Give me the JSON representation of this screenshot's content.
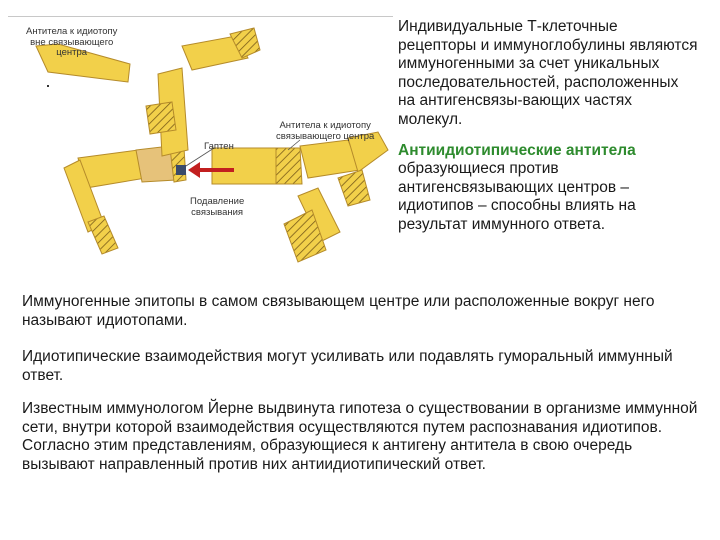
{
  "figure": {
    "label_antibodies_outside": [
      "Антитела к идиотопу",
      "вне связывающего",
      "центра"
    ],
    "label_antibodies_inside": [
      "Антитела к идиотопу",
      "связывающего центра"
    ],
    "label_hapten": "Гаптен",
    "label_suppression": [
      "Подавление",
      "связывания"
    ],
    "colors": {
      "yellow_fill": "#f2d04a",
      "tan_fill": "#e6c27a",
      "outline": "#b58b2a",
      "arrow": "#c21f1f",
      "hapten": "#3a4a6a"
    }
  },
  "side": {
    "intro": "Индивидуальные Т-клеточные рецепторы и иммуноглобулины являются иммуногенными за счет уникальных последовательностей, расположенных на антигенсвязы-вающих частях молекул.",
    "accent": "Антиидиотипические антитела",
    "accent_rest": "образующиеся против антигенсвязывающих центров – идиотипов – способны влиять на результат иммунного ответа."
  },
  "paragraphs": [
    "Иммуногенные эпитопы в самом связывающем центре или расположенные вокруг него называют идиотопами.",
    "Идиотипические взаимодействия могут усиливать или подавлять гуморальный иммунный ответ.",
    "Известным иммунологом Йерне выдвинута гипотеза о существовании в организме иммунной сети, внутри которой взаимодействия осуществляются путем распознавания идиотипов. Согласно этим представлениям, образующиеся к антигену антитела в свою очередь вызывают направленный против них антиидиотипический ответ."
  ]
}
